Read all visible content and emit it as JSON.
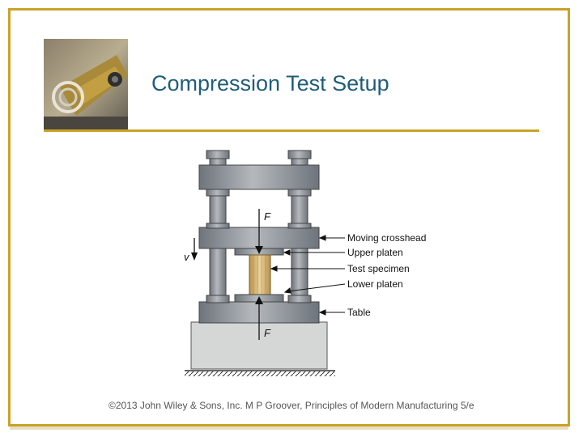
{
  "slide": {
    "title": "Compression Test Setup",
    "footer": "©2013 John Wiley & Sons, Inc.  M P Groover, Principles of Modern Manufacturing 5/e"
  },
  "diagram": {
    "force_top": "F",
    "force_bottom": "F",
    "velocity": "v",
    "labels": {
      "moving_crosshead": "Moving crosshead",
      "upper_platen": "Upper platen",
      "test_specimen": "Test specimen",
      "lower_platen": "Lower platen",
      "table": "Table"
    }
  },
  "colors": {
    "accent": "#c9a227",
    "title": "#1f5d7a",
    "steel": "#8e9399",
    "specimen": "#d9b978"
  }
}
